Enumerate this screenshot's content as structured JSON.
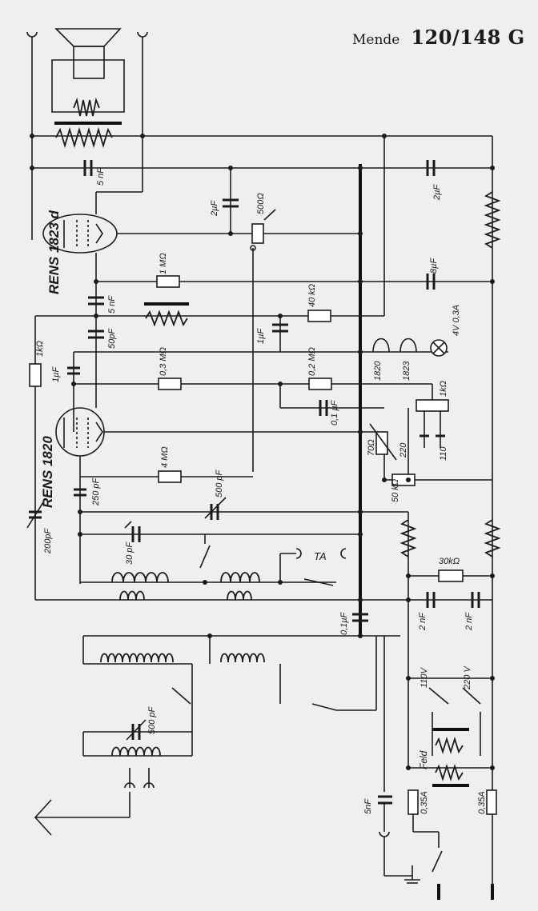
{
  "title": {
    "brand": "Mende",
    "model": "120/148 G"
  },
  "tubes": [
    "RENS 1823 d",
    "RENS 1820"
  ],
  "labels": {
    "c_5nF_top": "5 nF",
    "c_2uF_a": "2µF",
    "r_500": "500Ω",
    "c_2uF_b": "2µF",
    "r_1M": "1 MΩ",
    "c_8uF": "8µF",
    "c_5nF_mid": "5 nF",
    "c_50pF": "50pF",
    "r_40k": "40 kΩ",
    "c_1uF_a": "1µF",
    "r_1k": "1kΩ",
    "c_1uF_b": "1µF",
    "r_03M": "0,3 MΩ",
    "r_02M": "0,2 MΩ",
    "fil_1820": "1820",
    "fil_1823": "1823",
    "lamp": "4V 0,3A",
    "r_1k_b": "1kΩ",
    "c_01uF": "0,1 µF",
    "r_70": "70Ω",
    "v220": "220",
    "v110": "110",
    "c_250pF": "250 pF",
    "r_4M": "4 MΩ",
    "c_500pF_var": "500 pF",
    "r_50k": "50 kΩ",
    "c_200pF": "200pF",
    "c_30pF": "30 pF",
    "ta": "TA",
    "r_30k": "30kΩ",
    "c_2nF_a": "2 nF",
    "c_2nF_b": "2 nF",
    "c_01uF_b": "0,1µF",
    "c_500pF_b": "500 pF",
    "v110v": "110V",
    "v220v": "220 V",
    "feld": "Feld",
    "c_5nF_low": "5nF",
    "fuse_a": "0,35A",
    "fuse_b": "0,35A"
  }
}
